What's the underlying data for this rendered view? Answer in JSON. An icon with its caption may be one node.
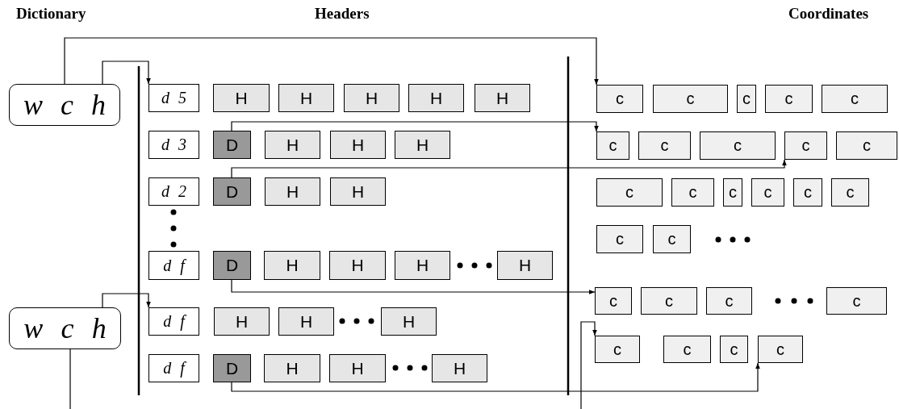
{
  "diagram": {
    "nodes": [
      {
        "text": [
          "w",
          "c",
          "h"
        ]
      },
      {
        "text": [
          "d 5"
        ]
      },
      {
        "text": [
          "H"
        ]
      },
      {
        "text": [
          "H"
        ]
      },
      {
        "text": [
          "H"
        ]
      },
      {
        "text": [
          "H"
        ]
      },
      {
        "text": [
          "H"
        ]
      },
      {
        "text": [
          "d 3"
        ]
      },
      {
        "text": [
          "D"
        ]
      },
      {
        "text": [
          "H"
        ]
      },
      {
        "text": [
          "H"
        ]
      },
      {
        "text": [
          "H"
        ]
      },
      {
        "text": [
          "d 2"
        ]
      },
      {
        "text": [
          "D"
        ]
      },
      {
        "text": [
          "H"
        ]
      },
      {
        "text": [
          "H"
        ]
      },
      {
        "text": [
          "d f"
        ]
      },
      {
        "text": [
          "D"
        ]
      },
      {
        "text": [
          "H"
        ]
      },
      {
        "text": [
          "H"
        ]
      },
      {
        "text": [
          "H"
        ]
      },
      {
        "text": [
          "H"
        ]
      },
      {
        "text": [
          "d f"
        ]
      },
      {
        "text": [
          "H"
        ]
      },
      {
        "text": [
          "H"
        ]
      },
      {
        "text": [
          "H"
        ]
      },
      {
        "text": [
          "d f"
        ]
      },
      {
        "text": [
          "D"
        ]
      },
      {
        "text": [
          "H"
        ]
      },
      {
        "text": [
          "H"
        ]
      },
      {
        "text": [
          "H"
        ]
      },
      {
        "text": [
          "w",
          "c",
          "h"
        ]
      },
      {
        "text": [
          "c"
        ]
      },
      {
        "text": [
          "c"
        ]
      },
      {
        "text": [
          "c"
        ]
      },
      {
        "text": [
          "c"
        ]
      },
      {
        "text": [
          "c"
        ]
      },
      {
        "text": [
          "c"
        ]
      },
      {
        "text": [
          "c"
        ]
      },
      {
        "text": [
          "c"
        ]
      },
      {
        "text": [
          "c"
        ]
      },
      {
        "text": [
          "c"
        ]
      },
      {
        "text": [
          "c"
        ]
      },
      {
        "text": [
          "c"
        ]
      },
      {
        "text": [
          "c"
        ]
      },
      {
        "text": [
          "c"
        ]
      },
      {
        "text": [
          "c"
        ]
      },
      {
        "text": [
          "c"
        ]
      },
      {
        "text": [
          "c"
        ]
      },
      {
        "text": [
          "c"
        ]
      },
      {
        "text": [
          "c"
        ]
      },
      {
        "text": [
          "c"
        ]
      },
      {
        "text": [
          "c"
        ]
      },
      {
        "text": [
          "c"
        ]
      },
      {
        "text": [
          "c"
        ]
      },
      {
        "text": [
          "c"
        ]
      },
      {
        "text": [
          "c"
        ]
      },
      {
        "text": [
          "c"
        ]
      }
    ],
    "edges": [
      {
        "from": 0,
        "to": 32,
        "arrow": "to"
      },
      {
        "from": 0,
        "to": 1,
        "arrow": "to"
      },
      {
        "from": 8,
        "to": 37,
        "arrow": "to"
      },
      {
        "from": 13,
        "to": 40,
        "arrow": "to"
      },
      {
        "from": 17,
        "to": 50,
        "arrow": "to"
      },
      {
        "from": 31,
        "to": 22,
        "arrow": "to"
      },
      {
        "from": 27,
        "to": 57,
        "arrow": "to"
      },
      {
        "from": 31,
        "to": null,
        "arrow": "none"
      },
      {
        "from": null,
        "to": 54,
        "arrow": "to"
      }
    ],
    "labels": [
      "Dictionary",
      "Headers",
      "Coordinates"
    ]
  }
}
